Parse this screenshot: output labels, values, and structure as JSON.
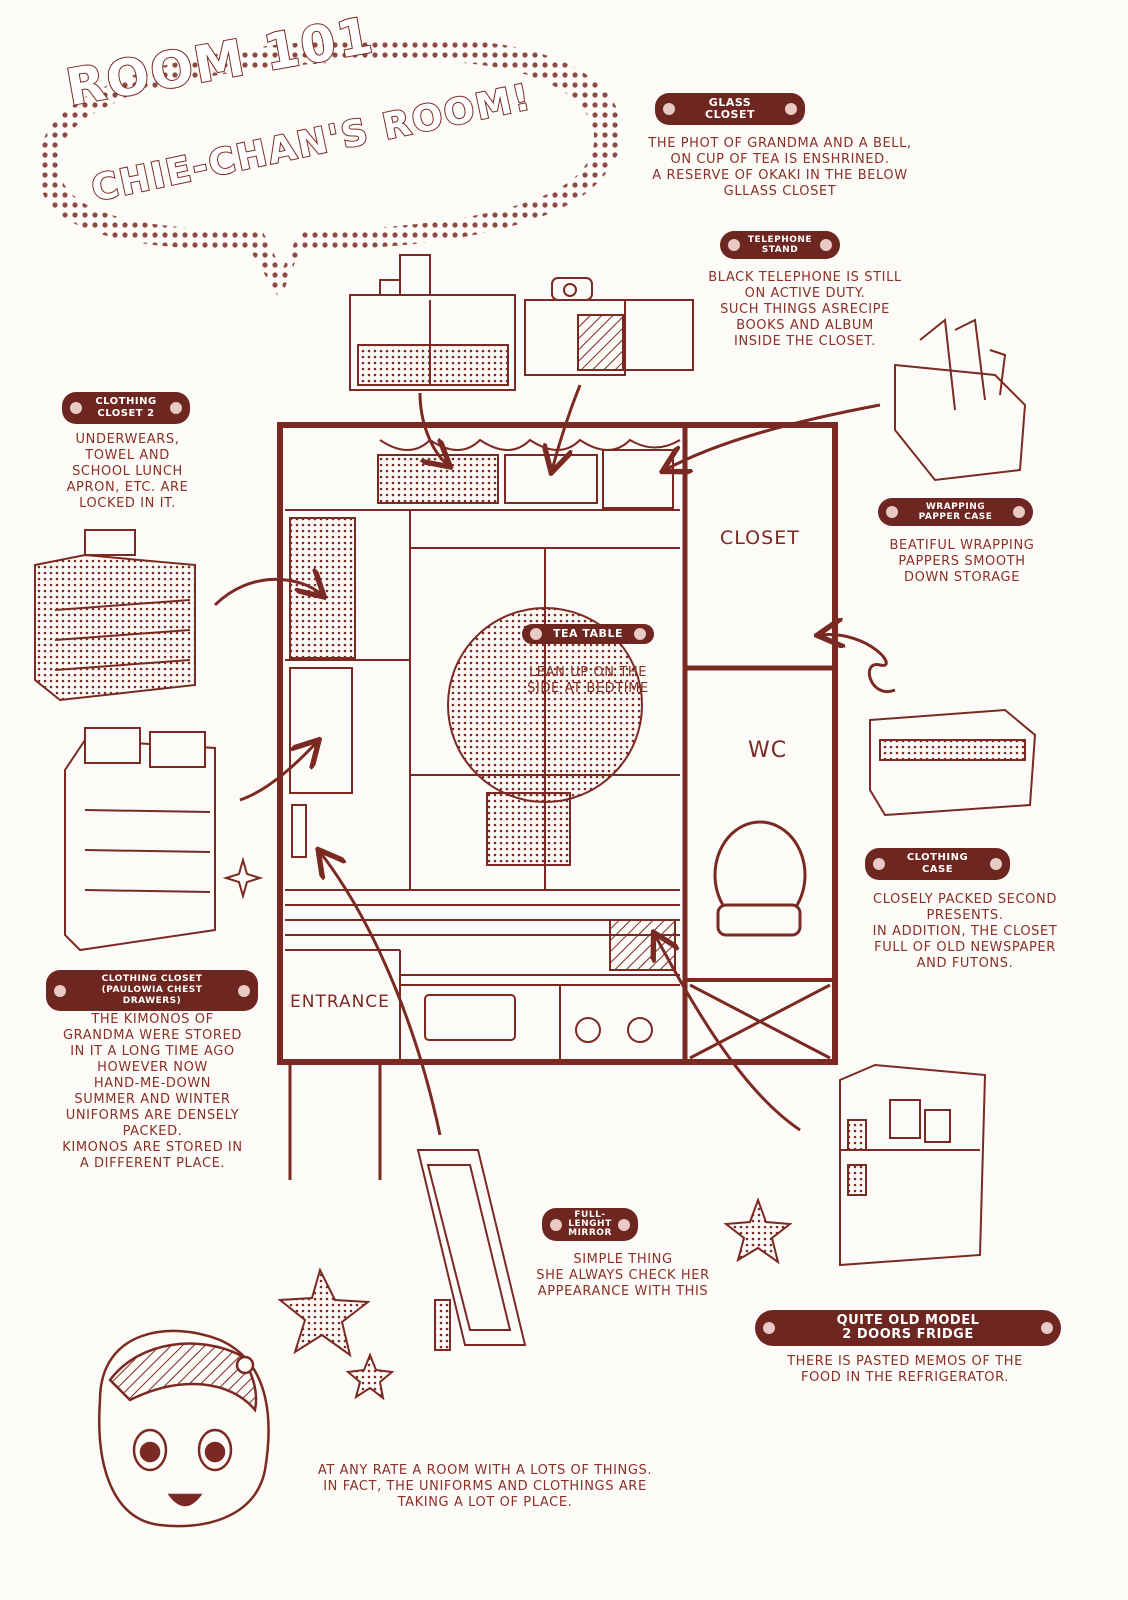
{
  "title": {
    "line1": "ROOM 101",
    "line2": "CHIE-CHAN'S ROOM!"
  },
  "rooms": {
    "closet": "CLOSET",
    "wc": "WC",
    "entrance": "ENTRANCE"
  },
  "items": {
    "glass_closet": {
      "badge": "GLASS\nCLOSET",
      "text": "THE PHOT OF GRANDMA AND A BELL,\nON CUP OF TEA IS ENSHRINED.\nA RESERVE OF OKAKI IN THE BELOW\nGLLASS CLOSET"
    },
    "telephone_stand": {
      "badge": "TELEPHONE\nSTAND",
      "text": "BLACK TELEPHONE IS STILL\nON ACTIVE DUTY.\nSUCH THINGS ASRECIPE\nBOOKS AND ALBUM\nINSIDE THE CLOSET."
    },
    "clothing_closet_2": {
      "badge": "CLOTHING\nCLOSET 2",
      "text": "UNDERWEARS,\nTOWEL AND\nSCHOOL LUNCH\nAPRON, ETC. ARE\nLOCKED IN IT."
    },
    "wrapping_paper_case": {
      "badge": "WRAPPING\nPAPPER CASE",
      "text": "BEATIFUL WRAPPING\nPAPPERS SMOOTH\nDOWN STORAGE"
    },
    "tea_table": {
      "badge": "TEA TABLE",
      "text": "LEAN UP ON THE\nSIDE AT BEDTIME"
    },
    "clothing_case": {
      "badge": "CLOTHING CASE",
      "text": "CLOSELY PACKED SECOND\nPRESENTS.\nIN ADDITION, THE CLOSET\nFULL OF OLD NEWSPAPER\nAND FUTONS."
    },
    "clothing_closet_paulownia": {
      "badge": "CLOTHING CLOSET\n(PAULOWIA CHEST DRAWERS)",
      "text": "THE KIMONOS OF\nGRANDMA WERE STORED\nIN IT A LONG TIME AGO\nHOWEVER NOW\nHAND-ME-DOWN\nSUMMER AND WINTER\nUNIFORMS ARE DENSELY\nPACKED.\nKIMONOS ARE STORED IN\nA DIFFERENT PLACE."
    },
    "mirror": {
      "badge": "FULL-\nLENGHT\nMIRROR",
      "text": "SIMPLE THING\nSHE ALWAYS CHECK HER\nAPPEARANCE WITH THIS"
    },
    "fridge": {
      "badge": "QUITE OLD  MODEL\n2 DOORS FRIDGE",
      "text": "THERE IS PASTED MEMOS OF THE\nFOOD IN THE REFRIGERATOR."
    }
  },
  "footer_note": "AT ANY RATE A ROOM WITH A LOTS OF THINGS.\nIN FACT, THE UNIFORMS AND CLOTHINGS ARE\nTAKING A LOT OF PLACE.",
  "colors": {
    "ink": "#7a2a22",
    "badge": "#6e2620",
    "paper": "#fdfbf8"
  }
}
